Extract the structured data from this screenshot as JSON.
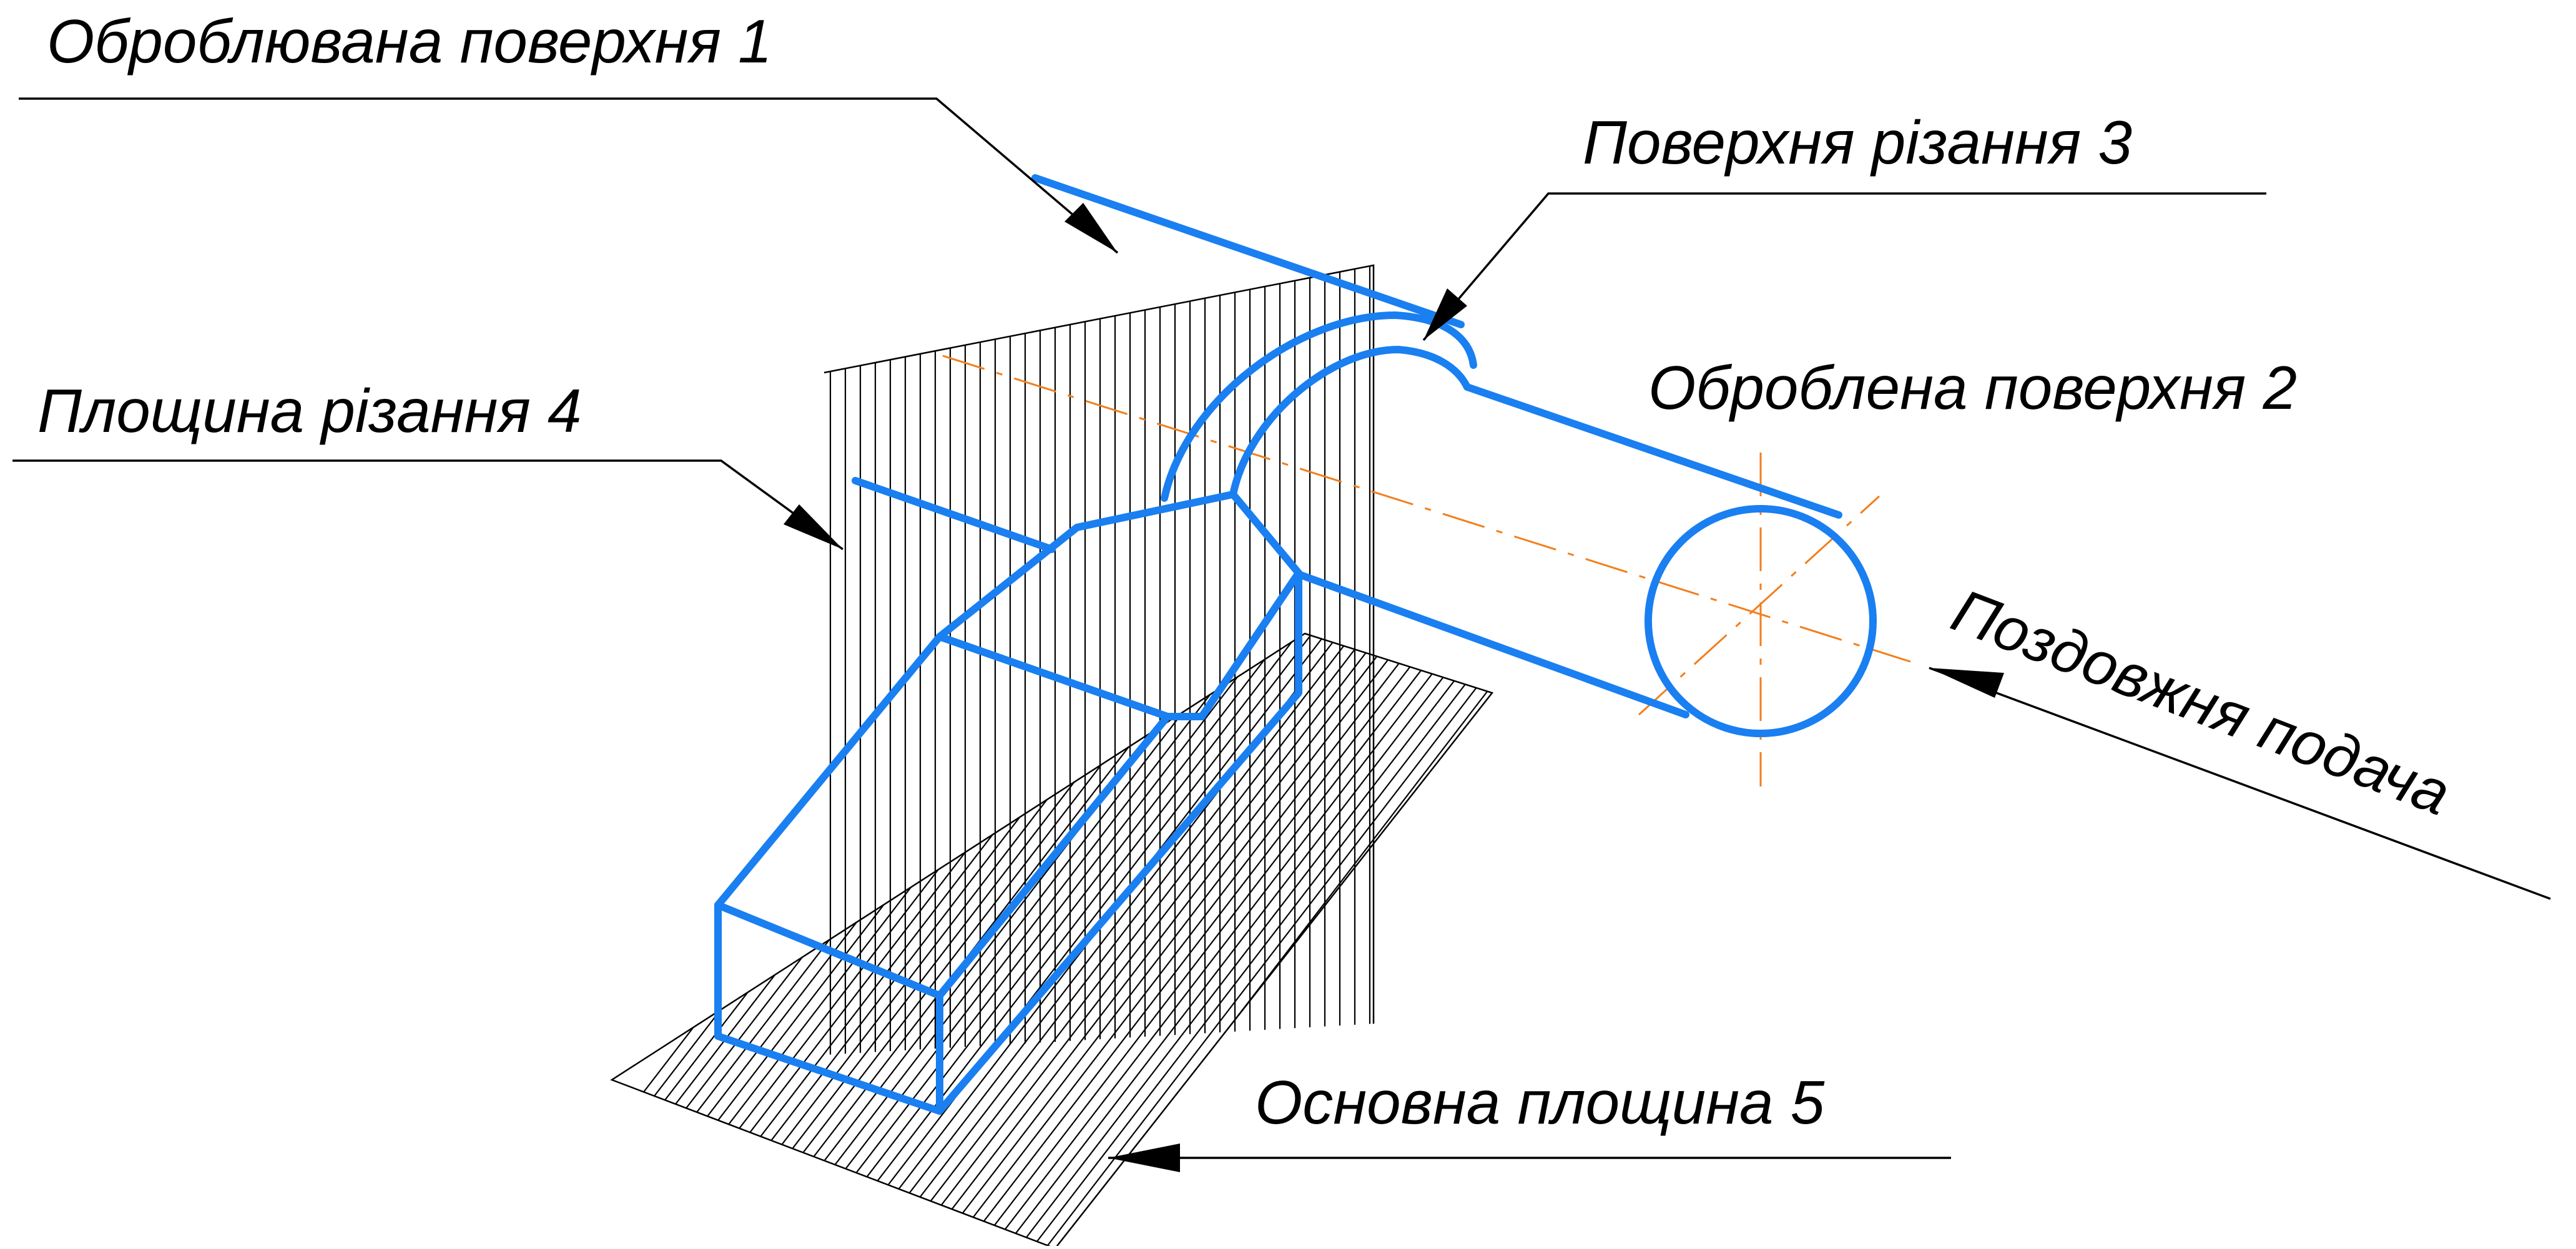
{
  "labels": {
    "surface_1": "Оброблювана поверхня 1",
    "surface_2": "Оброблена поверхня 2",
    "surface_3": "Поверхня різання 3",
    "plane_4": "Площина різання 4",
    "plane_5": "Основна площина 5",
    "feed": "Поздовжня подача"
  },
  "colors": {
    "tool_workpiece_outline": "#1a7ff0",
    "axis_lines": "#f27e1c",
    "leaders_and_hatching": "#000000"
  }
}
